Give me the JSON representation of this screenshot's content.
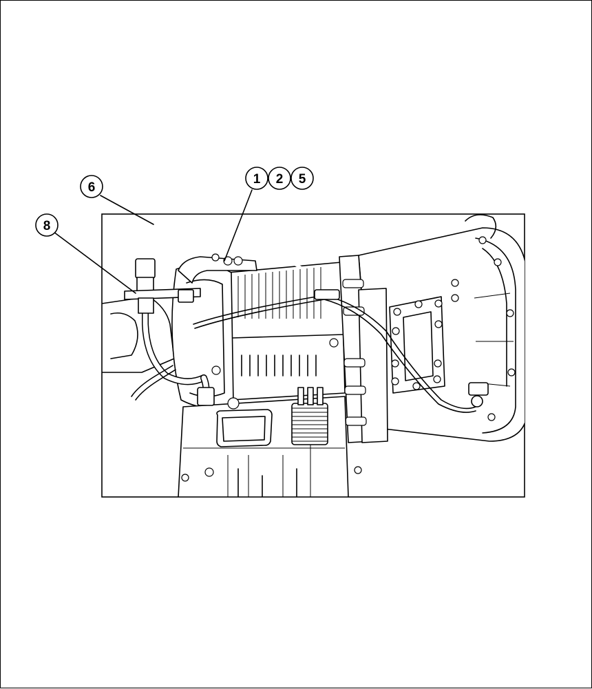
{
  "callouts": [
    {
      "id": "c6",
      "label": "6"
    },
    {
      "id": "c8",
      "label": "8"
    },
    {
      "id": "c1",
      "label": "1"
    },
    {
      "id": "c2",
      "label": "2"
    },
    {
      "id": "c5",
      "label": "5"
    }
  ]
}
